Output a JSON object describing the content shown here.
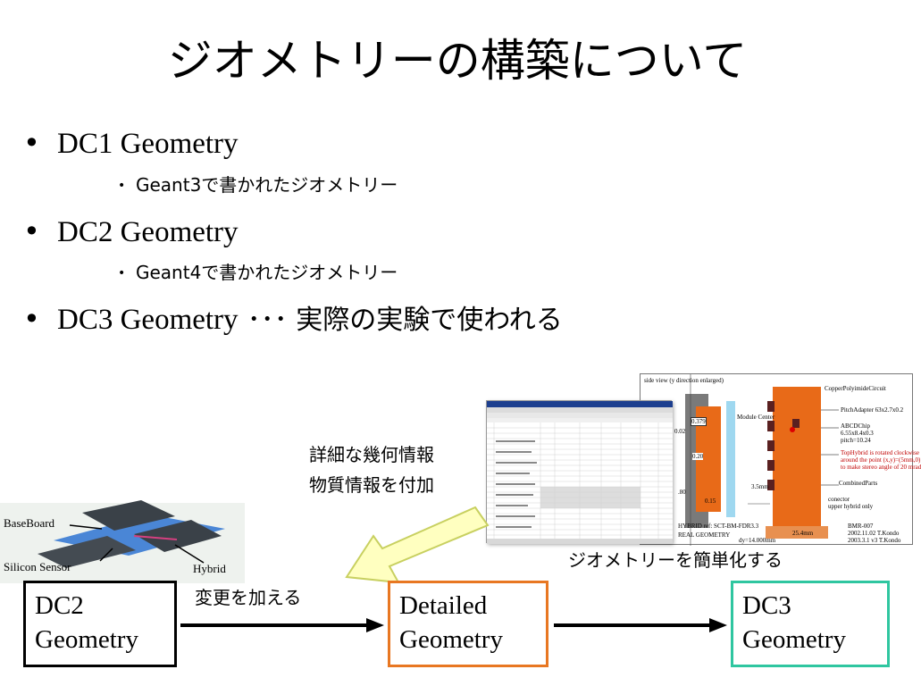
{
  "title": "ジオメトリーの構築について",
  "bullets": [
    {
      "label": "DC1 Geometry",
      "suffix": "",
      "sub": "Geant3で書かれたジオメトリー"
    },
    {
      "label": "DC2 Geometry",
      "suffix": "",
      "sub": "Geant4で書かれたジオメトリー"
    },
    {
      "label": "DC3 Geometry",
      "suffix": "･･･ 実際の実験で使われる",
      "sub": ""
    }
  ],
  "bullet_symbol": "•",
  "flow": {
    "dc2_line1": "DC2",
    "dc2_line2": "Geometry",
    "detailed_line1": "Detailed",
    "detailed_line2": "Geometry",
    "dc3_line1": "DC3",
    "dc3_line2": "Geometry",
    "modify_label": "変更を加える",
    "simplify_label": "ジオメトリーを簡単化する",
    "info_line1": "詳細な幾何情報",
    "info_line2": "物質情報を付加"
  },
  "module_image": {
    "baseboard": "BaseBoard",
    "silicon_sensor": "Silicon Sensor",
    "hybrid": "Hybrid"
  },
  "geometry_drawing": {
    "side_view": "side view (y direction enlarged)",
    "copper": "CopperPolyimideCircuit",
    "pitch_adapter": "PitchAdapter 63x2.7x0.2",
    "module_center": "Module Center",
    "abcd_chip": "ABCDChip",
    "abcd_dim": "6.55x8.4x0.3",
    "pitch": "pitch=10.24",
    "tophybrid_note1": "TopHybrid is rotated clockwise",
    "tophybrid_note2": "around the point (x,y)=(5mm,0)",
    "tophybrid_note3": "to make stereo angle of 20 mrad",
    "combined_parts": "CombinedParts",
    "conector": "conector",
    "upper_hybrid": "upper hybrid only",
    "real_geometry": "REAL GEOMETRY",
    "hybrid_ref": "HYBRID    ref: SCT-BM-FDR3.3",
    "dy": "dy=14.000mm",
    "v1": "0.379",
    "v2": "0.02",
    "v3": "0.20",
    "v4": ".80",
    "v5": "0.15",
    "v6": "3.5mm",
    "v7": "25.4mm",
    "v8": "BMR-007",
    "v9": "2002.11.02 T.Kondo",
    "v10": "2003.3.1 v3 T.Kondo"
  },
  "colors": {
    "detailed_border": "#e87722",
    "dc3_border": "#2fc6a0",
    "callout_fill": "#ffffc0",
    "callout_stroke": "#c8d060"
  }
}
